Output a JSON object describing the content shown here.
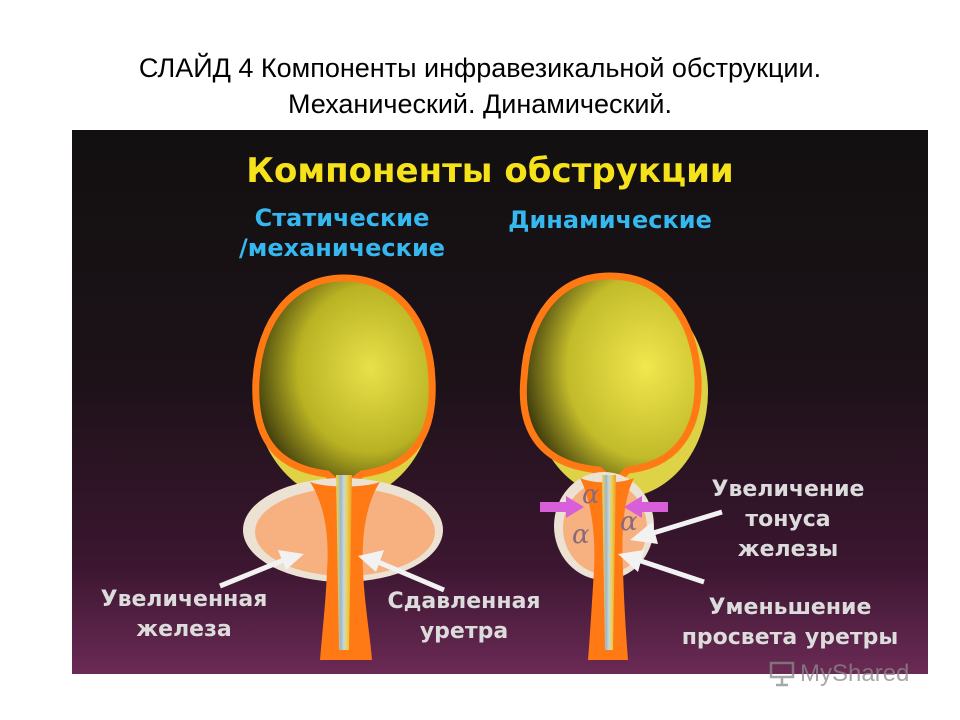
{
  "slide": {
    "title_line1": "СЛАЙД 4 Компоненты инфравезикальной обструкции.",
    "title_line2": "Механический. Динамический."
  },
  "diagram": {
    "heading": "Компоненты обструкции",
    "left_heading_line1": "Статические",
    "left_heading_line2": "/механические",
    "right_heading": "Динамические",
    "label_enlarged_gland_line1": "Увеличенная",
    "label_enlarged_gland_line2": "железа",
    "label_compressed_urethra_line1": "Сдавленная",
    "label_compressed_urethra_line2": "уретра",
    "label_tone_line1": "Увеличение",
    "label_tone_line2": "тонуса",
    "label_tone_line3": "железы",
    "label_lumen_line1": "Уменьшение",
    "label_lumen_line2": "просвета уретры",
    "alpha_symbol": "α",
    "colors": {
      "heading": "#f6e21b",
      "subheading": "#35b8f0",
      "label": "#dcdcdc",
      "bladder_wall": "#ff7a14",
      "prostate": "#f7b07f",
      "capsule": "#ece2d4",
      "alpha_arrow": "#d75fd9"
    }
  },
  "watermark": {
    "text": "MyShared",
    "icon": "presentation-board-icon"
  }
}
